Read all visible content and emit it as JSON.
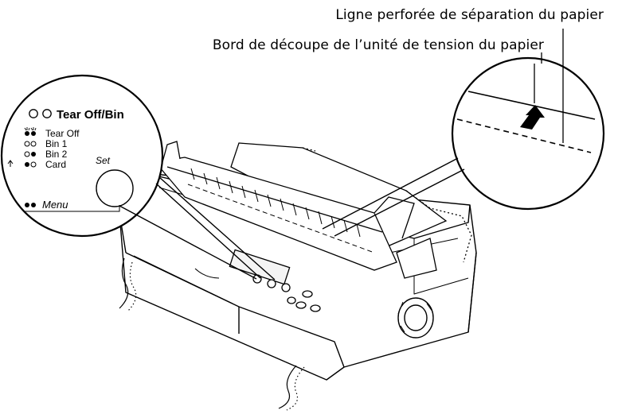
{
  "callouts": {
    "perforation": "Ligne perforée de séparation du papier",
    "tension_edge": "Bord de découpe de l’unité de tension du papier"
  },
  "panel": {
    "title": "Tear Off/Bin",
    "options": [
      "Tear Off",
      "Bin 1",
      "Bin 2",
      "Card"
    ],
    "set": "Set",
    "menu": "Menu"
  }
}
